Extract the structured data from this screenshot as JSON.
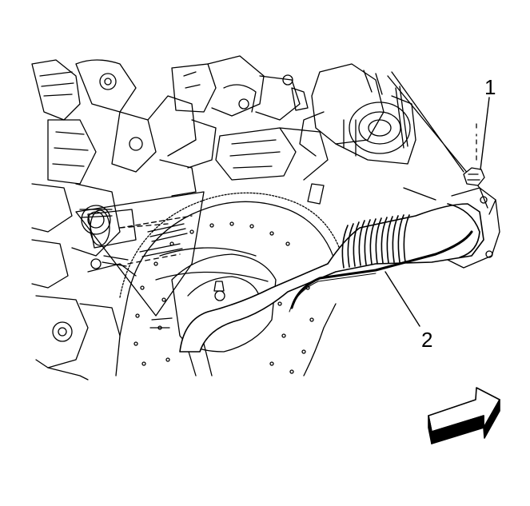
{
  "callouts": [
    {
      "label": "1",
      "target": "nut"
    },
    {
      "label": "2",
      "target": "exhaust-pipe"
    }
  ],
  "colors": {
    "line": "#000000",
    "background": "#ffffff"
  },
  "icons": {
    "direction": "arrow-right-icon"
  }
}
